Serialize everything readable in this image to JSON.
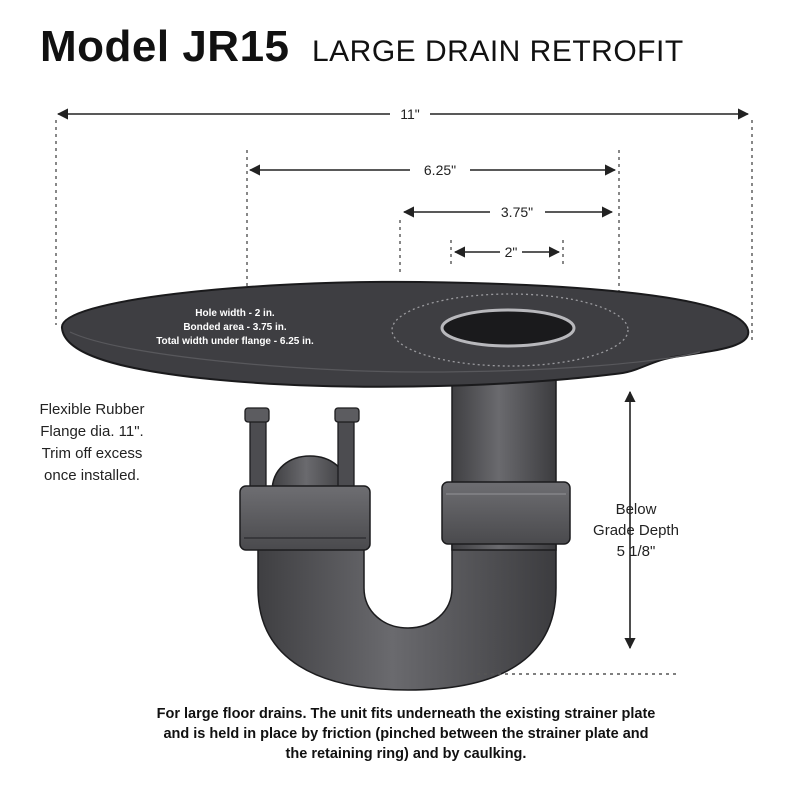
{
  "title": {
    "model": "Model JR15",
    "subtitle": "LARGE DRAIN RETROFIT"
  },
  "dimensions": {
    "total": "11\"",
    "under_flange": "6.25\"",
    "bonded": "3.75\"",
    "hole": "2\""
  },
  "flange_notes": [
    "Hole width - 2 in.",
    "Bonded area - 3.75 in.",
    "Total width under flange - 6.25 in."
  ],
  "flange_label": [
    "Flexible Rubber",
    "Flange dia. 11\".",
    "Trim off excess",
    "once installed."
  ],
  "depth_label": [
    "Below",
    "Grade Depth",
    "5 1/8\""
  ],
  "caption": [
    "For large floor drains. The unit fits underneath the existing strainer plate",
    "and is held in place by friction (pinched between the strainer plate and",
    "the retaining ring) and by caulking."
  ]
}
